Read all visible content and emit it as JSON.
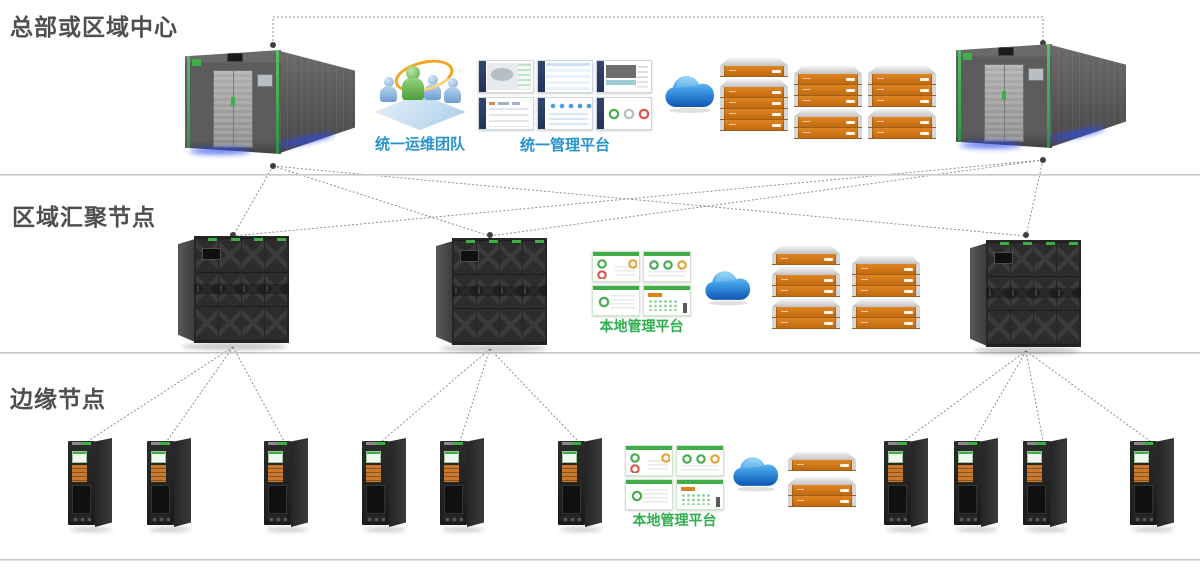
{
  "tiers": [
    {
      "label": "总部或区域中心",
      "ops_team_label": "统一运维团队",
      "platform_label": "统一管理平台",
      "datacenter_count": 2,
      "server_stack_count": 3
    },
    {
      "label": "区域汇聚节点",
      "platform_label": "本地管理平台",
      "cabinet_count": 3,
      "server_stack_count": 2
    },
    {
      "label": "边缘节点",
      "platform_label": "本地管理平台",
      "edge_rack_count": 10,
      "server_stack_count": 1
    }
  ],
  "colors": {
    "title_text": "#4f4f4f",
    "label_blue": "#2893cc",
    "label_green": "#2fae4e",
    "accent_green": "#3fae49",
    "server_orange": "#d4741a",
    "cloud_blue": "#2f8fd8",
    "wire_gray": "#8f8f8f"
  }
}
